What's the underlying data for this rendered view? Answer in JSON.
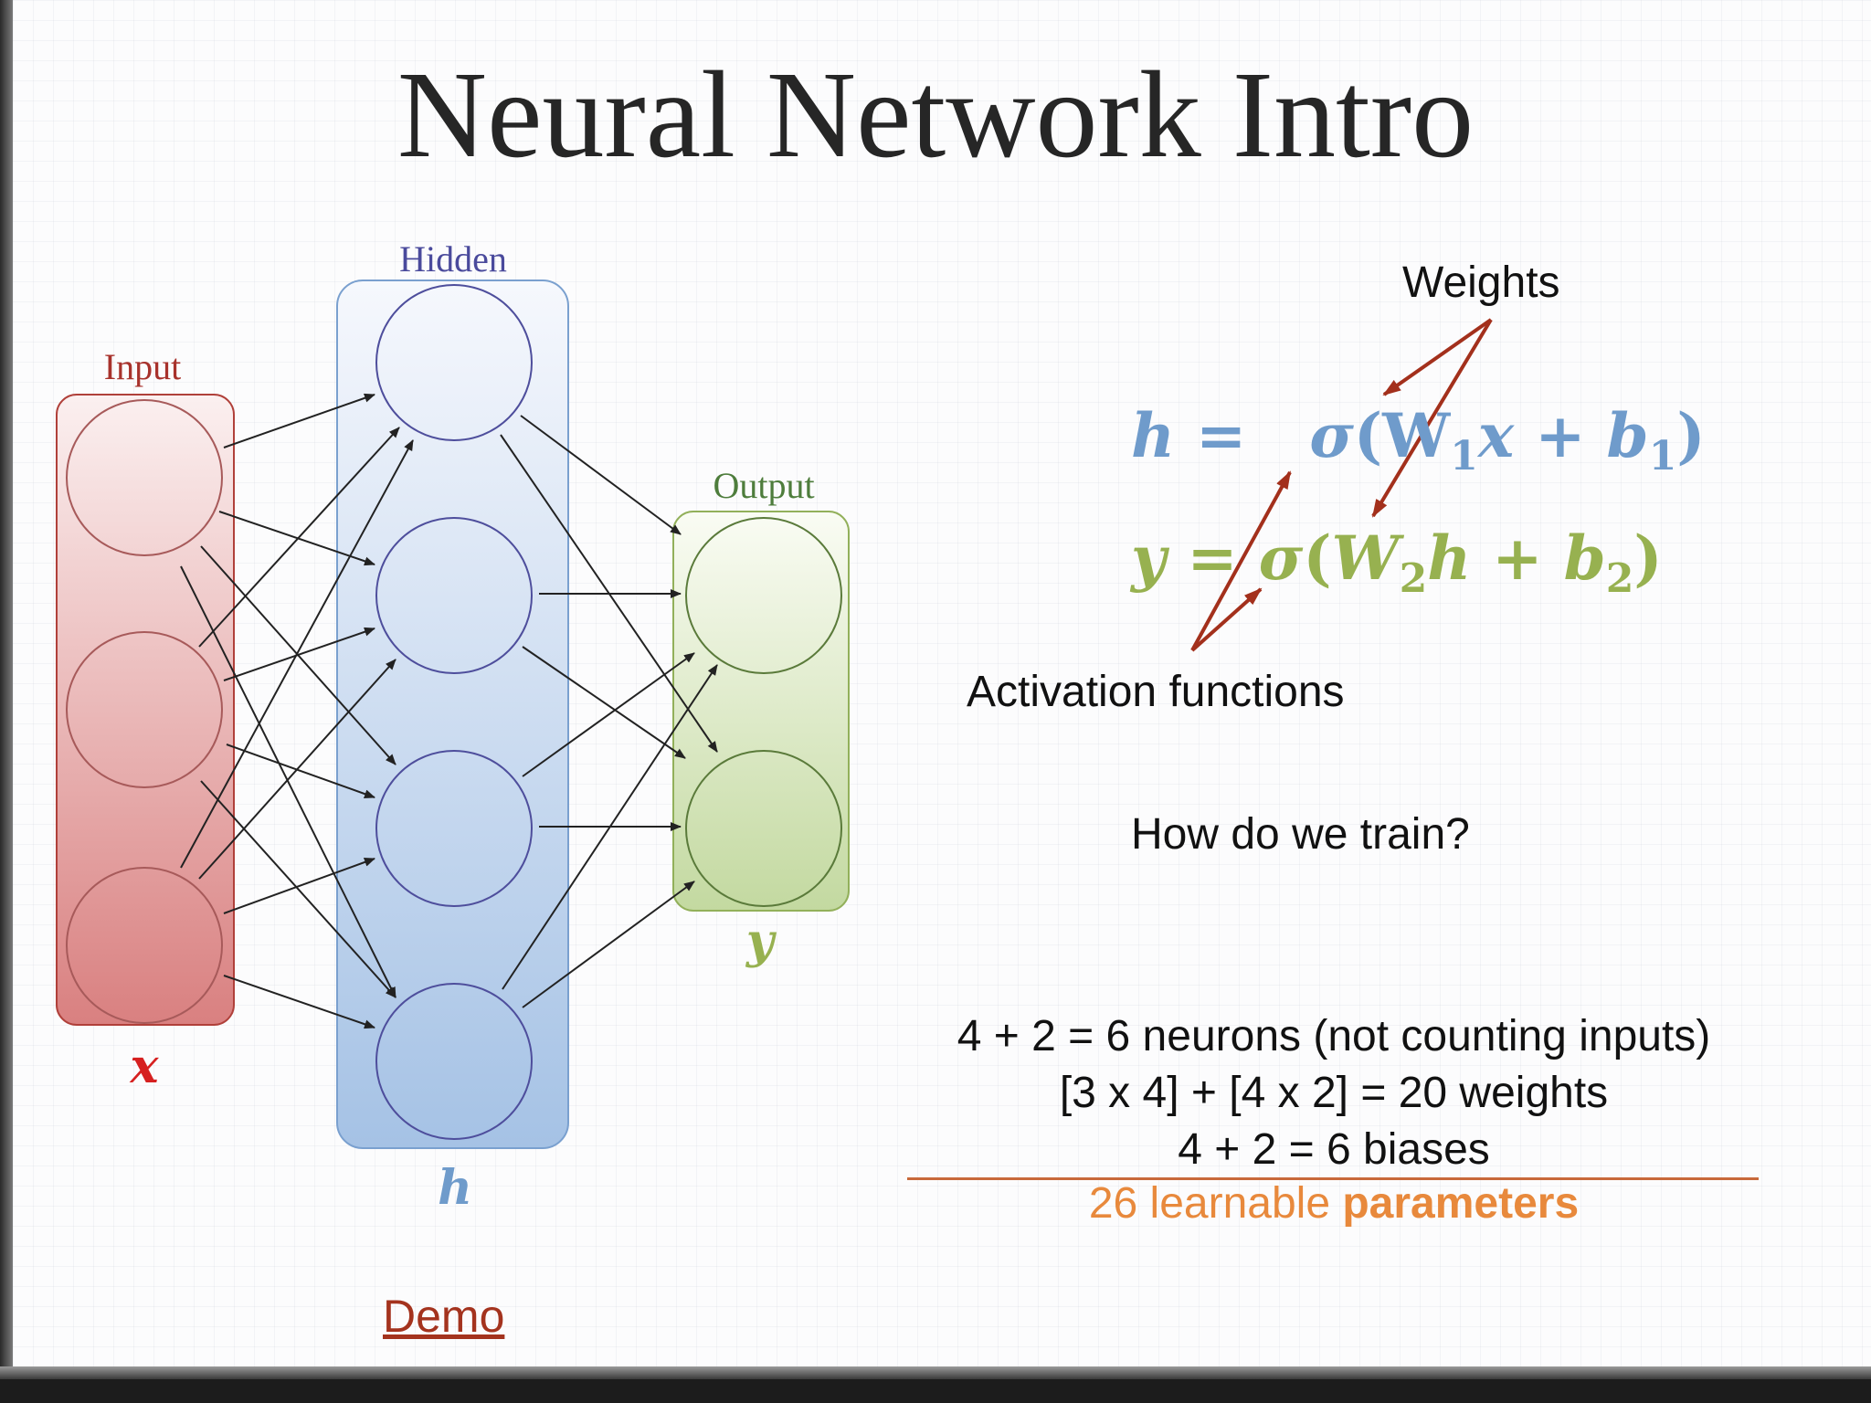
{
  "slide": {
    "title": "Neural Network Intro"
  },
  "network": {
    "layers": [
      {
        "id": "input",
        "label": "Input",
        "symbol": "x",
        "neurons": 3,
        "color": "#a8322c"
      },
      {
        "id": "hidden",
        "label": "Hidden",
        "symbol": "h",
        "neurons": 4,
        "color": "#4a4a9c"
      },
      {
        "id": "output",
        "label": "Output",
        "symbol": "y",
        "neurons": 2,
        "color": "#4e7d3c"
      }
    ]
  },
  "equations": {
    "hidden": {
      "lhs": "h",
      "eq": "=",
      "sigma": "σ",
      "open": "(",
      "weight": "W",
      "weight_sub": "1",
      "var": "x",
      "plus": "+",
      "bias": "b",
      "bias_sub": "1",
      "close": ")",
      "color": "#6f9bcb"
    },
    "output": {
      "lhs": "y",
      "eq": "=",
      "sigma": "σ",
      "open": "(",
      "weight": "W",
      "weight_sub": "2",
      "var": "h",
      "plus": "+",
      "bias": "b",
      "bias_sub": "2",
      "close": ")",
      "color": "#97b150"
    }
  },
  "annotations": {
    "weights": "Weights",
    "activation": "Activation functions",
    "arrow_color": "#a3301c"
  },
  "question": "How do we train?",
  "stats": {
    "lines": [
      "4 + 2 = 6 neurons (not counting inputs)",
      "[3 x 4] + [4 x 2] = 20 weights",
      "4 + 2 = 6 biases"
    ],
    "total_prefix": "26 learnable ",
    "total_bold": "parameters",
    "total_color": "#e8893c"
  },
  "demo_link": "Demo"
}
